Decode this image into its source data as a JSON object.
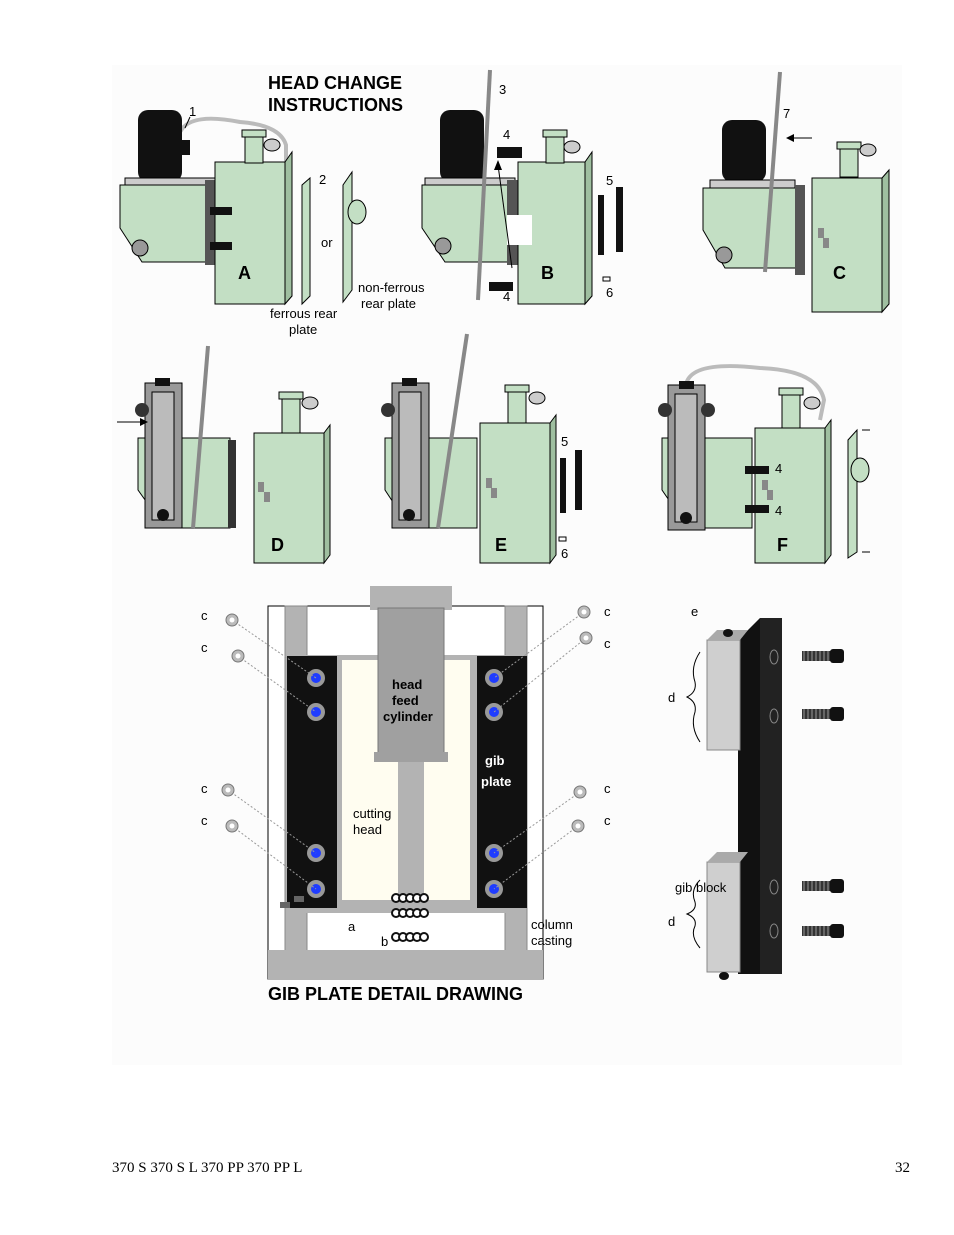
{
  "heading": {
    "line1": "HEAD CHANGE",
    "line2": "INSTRUCTIONS"
  },
  "steps": {
    "a": "A",
    "b": "B",
    "c": "C",
    "d": "D",
    "e": "E",
    "f": "F"
  },
  "callouts": {
    "n1": "1",
    "n2": "2",
    "n3": "3",
    "n4": "4",
    "n5": "5",
    "n6": "6",
    "n7": "7"
  },
  "plate_labels": {
    "or": "or",
    "ferrous_1": "ferrous rear",
    "ferrous_2": "plate",
    "nonferrous_1": "non-ferrous",
    "nonferrous_2": "rear plate"
  },
  "gib_drawing": {
    "title": "GIB PLATE DETAIL DRAWING",
    "bolt_letter": "c",
    "head_feed_1": "head",
    "head_feed_2": "feed",
    "head_feed_3": "cylinder",
    "gib_plate_1": "gib",
    "gib_plate_2": "plate",
    "cutting_head_1": "cutting",
    "cutting_head_2": "head",
    "column_1": "column",
    "column_2": "casting",
    "a": "a",
    "b": "b"
  },
  "gib_block": {
    "e": "e",
    "d": "d",
    "label": "gib block"
  },
  "colors": {
    "machine_green": "#c3dfc4",
    "column_grey": "#b3b3b3",
    "head_cream": "#fffdf0",
    "bolt_blue": "#1f3cff"
  },
  "footer": {
    "models": "370 S 370 S L 370 PP 370 PP L",
    "page_number": "32"
  }
}
